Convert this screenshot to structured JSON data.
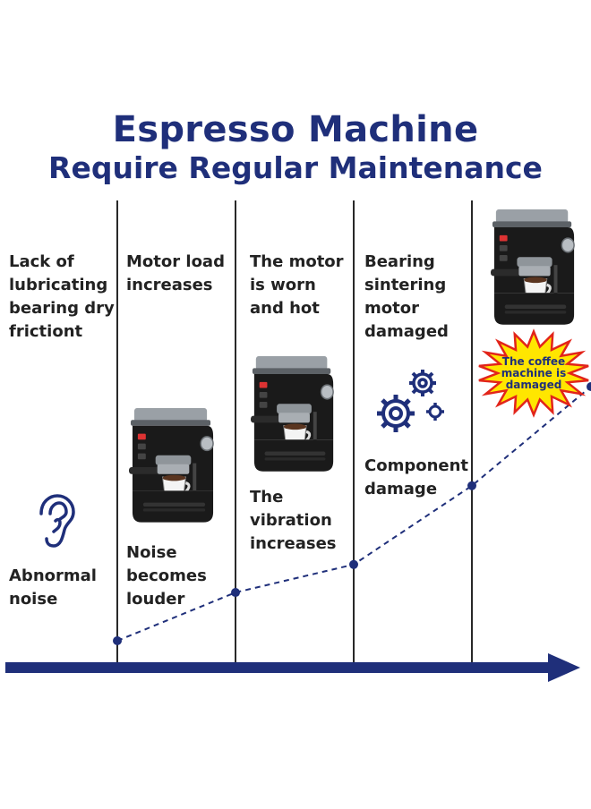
{
  "title": {
    "line1": "Espresso Machine",
    "line2": "Require Regular Maintenance"
  },
  "columns": [
    {
      "top_text": "Lack of\nlubricating\nbearing dry\nfrictiont",
      "bottom_text": "Abnormal\nnoise",
      "icon": "ear-icon"
    },
    {
      "top_text": "Motor load\nincreases",
      "bottom_text": "Noise\nbecomes\nlouder",
      "icon": "espresso-machine-icon"
    },
    {
      "top_text": "The motor\nis worn\nand hot",
      "bottom_text": "The\nvibration\nincreases",
      "icon": "espresso-machine-icon"
    },
    {
      "top_text": "Bearing\nsintering\nmotor\ndamaged",
      "bottom_text": "Component\ndamage",
      "icon": "gears-icon"
    },
    {
      "top_text": "",
      "bottom_text": "",
      "icon": "espresso-machine-icon"
    }
  ],
  "burst": {
    "text": "The coffee\nmachine is\ndamaged"
  },
  "trend": {
    "points": [
      {
        "stage": 1,
        "level": 0.0
      },
      {
        "stage": 2,
        "level": 0.19
      },
      {
        "stage": 3,
        "level": 0.3
      },
      {
        "stage": 4,
        "level": 0.61
      },
      {
        "stage": 5,
        "level": 1.0
      }
    ]
  },
  "colors": {
    "navy": "#1f2f7a",
    "burst_fill": "#ffe600",
    "burst_stroke": "#e2241a",
    "divider": "#111111",
    "machine_body": "#1a1a1a",
    "machine_steel": "#c8cbcf"
  }
}
